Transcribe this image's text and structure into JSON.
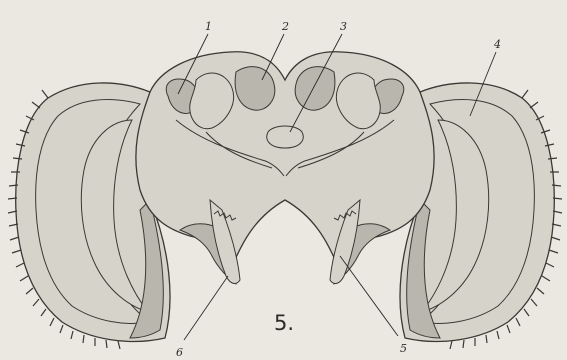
{
  "figure": {
    "number": "5.",
    "labels": [
      "1",
      "2",
      "3",
      "4",
      "5",
      "6"
    ]
  },
  "colors": {
    "paper": "#eae8e1",
    "tissue": "#d6d3ca",
    "shading": "#b9b6ad",
    "ink": "#3a3834"
  }
}
